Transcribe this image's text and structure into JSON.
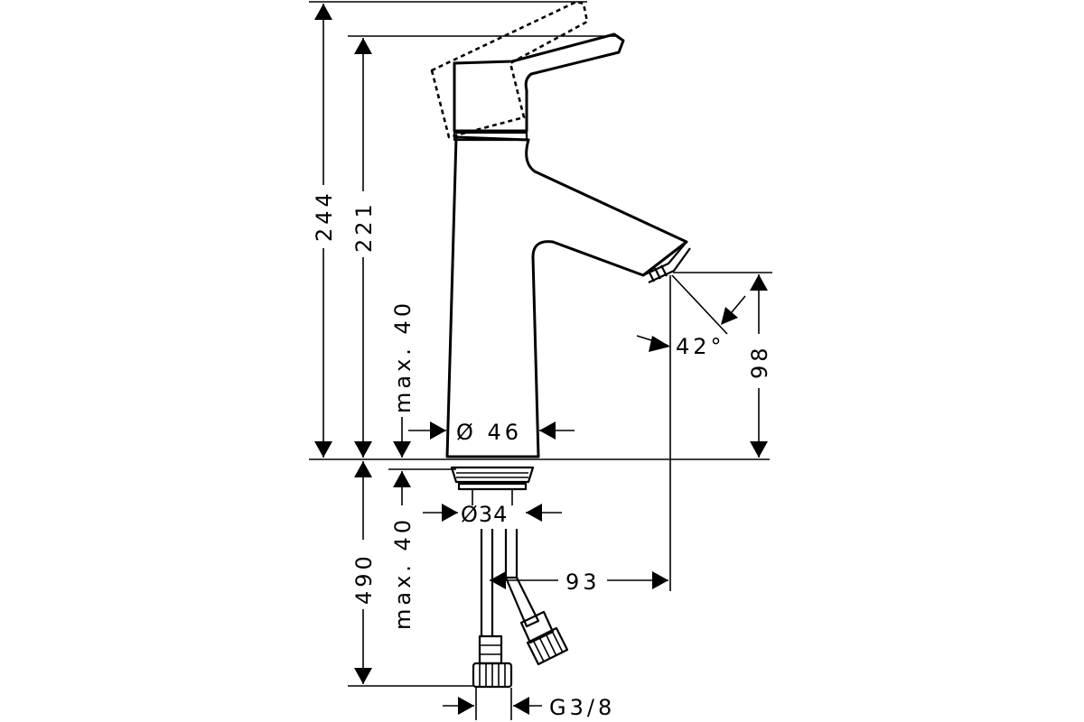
{
  "drawing": {
    "dimensions": {
      "total_height": "244",
      "spout_top_height": "221",
      "deck_max_top": "max. 40",
      "deck_max_bottom": "max. 40",
      "body_diameter": "Ø 46",
      "shank_diameter": "Ø34",
      "spout_angle": "42°",
      "outlet_height": "98",
      "hose_length": "490",
      "reach": "93",
      "connection": "G3/8"
    },
    "colors": {
      "line": "#000000",
      "background": "#ffffff"
    }
  }
}
